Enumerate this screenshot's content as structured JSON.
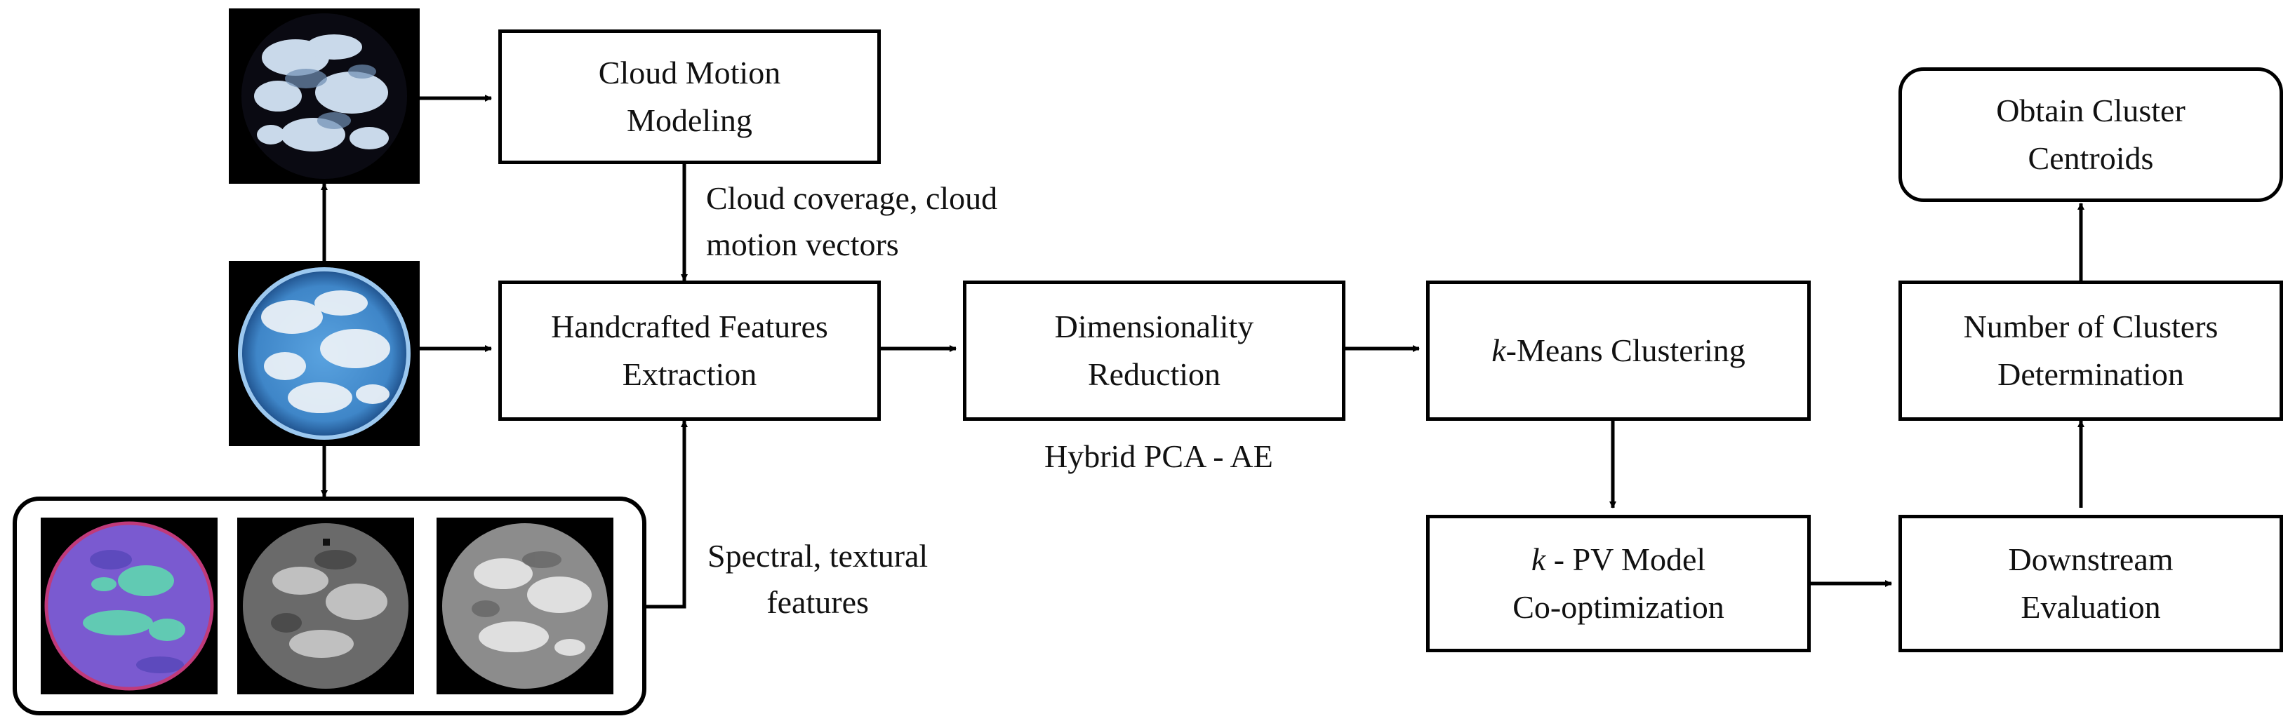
{
  "boxes": {
    "cloud_motion": [
      "Cloud Motion",
      "Modeling"
    ],
    "handcrafted": [
      "Handcrafted Features",
      "Extraction"
    ],
    "dim_reduction": [
      "Dimensionality",
      "Reduction"
    ],
    "kmeans": {
      "italic": "k",
      "rest": "-Means Clustering"
    },
    "kpv": {
      "italic": "k",
      "rest": " - PV Model",
      "line2": "Co-optimization"
    },
    "downstream": [
      "Downstream",
      "Evaluation"
    ],
    "num_clusters": [
      "Number of Clusters",
      "Determination"
    ],
    "centroids": [
      "Obtain Cluster",
      "Centroids"
    ]
  },
  "labels": {
    "cloud_cov": [
      "Cloud coverage, cloud",
      "motion vectors"
    ],
    "hybrid": "Hybrid PCA - AE",
    "spectral": [
      "Spectral, textural",
      "features"
    ]
  },
  "images": {
    "top": "cloud-motion-mask-image",
    "center": "all-sky-image",
    "channels": [
      "false-color-channel-image",
      "grayscale-channel-image",
      "texture-channel-image"
    ]
  },
  "colors": {
    "stroke": "#000000",
    "sky_blue": "#3f86c8",
    "false_color_purple": "#7a5ad0",
    "false_color_green": "#5fd7b0"
  }
}
